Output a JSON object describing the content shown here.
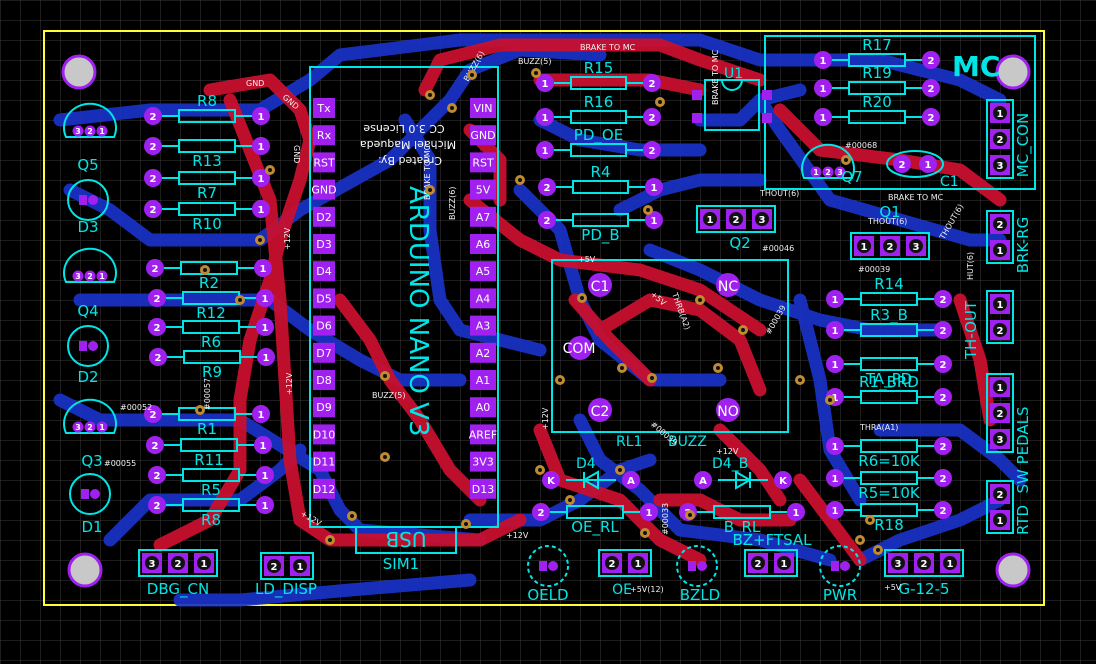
{
  "board": {
    "title": "MC",
    "arduino_title": "ARDUINO NANO V3",
    "usb_label": "USB",
    "sim_label": "SIM1",
    "credit_1": "Created By:",
    "credit_2": "Michael Maqueda",
    "credit_3": "CC 3.0 License",
    "relay_com": "COM",
    "relay_nc": "NC",
    "relay_no": "NO",
    "relay_c1": "C1",
    "relay_c2": "C2",
    "relay_name": "RL1",
    "buzz_name": "BUZZ"
  },
  "nano_left_pins": [
    "Tx",
    "Rx",
    "RST",
    "GND",
    "D2",
    "D3",
    "D4",
    "D5",
    "D6",
    "D7",
    "D8",
    "D9",
    "D10",
    "D11",
    "D12"
  ],
  "nano_right_pins": [
    "VIN",
    "GND",
    "RST",
    "5V",
    "A7",
    "A6",
    "A5",
    "A4",
    "A3",
    "A2",
    "A1",
    "A0",
    "AREF",
    "3V3",
    "D13"
  ],
  "resistors": [
    {
      "name": "R8",
      "l": "2",
      "r": "1"
    },
    {
      "name": "R13",
      "l": "2",
      "r": "1"
    },
    {
      "name": "R7",
      "l": "2",
      "r": "1"
    },
    {
      "name": "R10",
      "l": "2",
      "r": "1"
    },
    {
      "name": "R2",
      "l": "2",
      "r": "1"
    },
    {
      "name": "R12",
      "l": "2",
      "r": "1"
    },
    {
      "name": "R6",
      "l": "2",
      "r": "1"
    },
    {
      "name": "R9",
      "l": "2",
      "r": "1"
    },
    {
      "name": "R1",
      "l": "2",
      "r": "1"
    },
    {
      "name": "R11",
      "l": "2",
      "r": "1"
    },
    {
      "name": "R5",
      "l": "2",
      "r": "1"
    },
    {
      "name": "R8",
      "l": "2",
      "r": "1"
    },
    {
      "name": "R15",
      "l": "1",
      "r": "2"
    },
    {
      "name": "R16",
      "l": "1",
      "r": "2"
    },
    {
      "name": "PD_OE",
      "l": "1",
      "r": "2"
    },
    {
      "name": "R4",
      "l": "2",
      "r": "1"
    },
    {
      "name": "PD_B",
      "l": "2",
      "r": "1"
    },
    {
      "name": "R17",
      "l": "1",
      "r": "2"
    },
    {
      "name": "R19",
      "l": "1",
      "r": "2"
    },
    {
      "name": "R20",
      "l": "1",
      "r": "2"
    },
    {
      "name": "R14",
      "l": "1",
      "r": "2"
    },
    {
      "name": "R3_B",
      "l": "1",
      "r": "2"
    },
    {
      "name": "TA_PD",
      "l": "1",
      "r": "2"
    },
    {
      "name": "R1_BRD",
      "l": "1",
      "r": "2"
    },
    {
      "name": "R6=10K",
      "l": "1",
      "r": "2"
    },
    {
      "name": "R5=10K",
      "l": "1",
      "r": "2"
    },
    {
      "name": "R18",
      "l": "1",
      "r": "2"
    },
    {
      "name": "OE_RL",
      "l": "2",
      "r": "1"
    },
    {
      "name": "B_RL",
      "l": "2",
      "r": "1"
    }
  ],
  "transistors": [
    {
      "name": "Q5",
      "p": [
        "3",
        "2",
        "1"
      ]
    },
    {
      "name": "Q4",
      "p": [
        "3",
        "2",
        "1"
      ]
    },
    {
      "name": "Q3",
      "p": [
        "3",
        "2",
        "1"
      ]
    },
    {
      "name": "Q7",
      "p": [
        "1",
        "2",
        "3"
      ]
    }
  ],
  "leds": [
    "D3",
    "D2",
    "D1",
    "OELD",
    "BZLD",
    "PWR"
  ],
  "connectors": [
    {
      "name": "MC_CON",
      "p": [
        "1",
        "2",
        "3"
      ]
    },
    {
      "name": "BRK-RG",
      "p": [
        "2",
        "1"
      ]
    },
    {
      "name": "TH-OUT",
      "p": [
        "1",
        "2"
      ]
    },
    {
      "name": "SW PEDALS",
      "p": [
        "1",
        "2",
        "3"
      ]
    },
    {
      "name": "RTD",
      "p": [
        "2",
        "1"
      ]
    },
    {
      "name": "DBG_CN",
      "p": [
        "3",
        "2",
        "1"
      ]
    },
    {
      "name": "LD_DISP",
      "p": [
        "2",
        "1"
      ]
    },
    {
      "name": "OE",
      "p": [
        "2",
        "1"
      ]
    },
    {
      "name": "BZ+FTSAL",
      "p": [
        "2",
        "1"
      ]
    },
    {
      "name": "G-12-5",
      "p": [
        "3",
        "2",
        "1"
      ]
    },
    {
      "name": "Q2",
      "p": [
        "1",
        "2",
        "3"
      ]
    },
    {
      "name": "Q1",
      "p": [
        "1",
        "2",
        "3"
      ]
    }
  ],
  "ic": {
    "name": "U1"
  },
  "cap": {
    "name": "C1",
    "p": [
      "2",
      "1"
    ]
  },
  "diodes": [
    {
      "name": "D4",
      "a": "A",
      "k": "K"
    },
    {
      "name": "D4_B",
      "a": "A",
      "k": "K"
    }
  ],
  "net_labels": [
    "GND",
    "GND",
    "GND",
    "+12V",
    "+12V",
    "+12V",
    "+12V",
    "BUZZ(5)",
    "BUZZ(5)",
    "BUZZ(6)",
    "BRAKE TO MC",
    "BRAKE TO MC",
    "BRAKE TO MC",
    "BRAKE TO MC",
    "THOUT(6)",
    "THOUT(6)",
    "THOUT(6)",
    "THRB(A2)",
    "THRA(A1)",
    "+5V",
    "+5V",
    "+5V",
    "+12V",
    "+5V(12)",
    "#00046",
    "#00039",
    "#00068",
    "#00052",
    "#00057",
    "#00055",
    "#00033",
    "#00039",
    "BUZZ(6)",
    "#00039",
    "+12V",
    "HUT(6)"
  ],
  "colors": {
    "background": "#000000",
    "grid": "#3a3a3a",
    "top_copper": "#c8102e",
    "bottom_copper": "#1a32c8",
    "silkscreen": "#00e6e6",
    "pad": "#a020f0",
    "outline": "#ffff33",
    "hole": "#d2d2d2"
  }
}
